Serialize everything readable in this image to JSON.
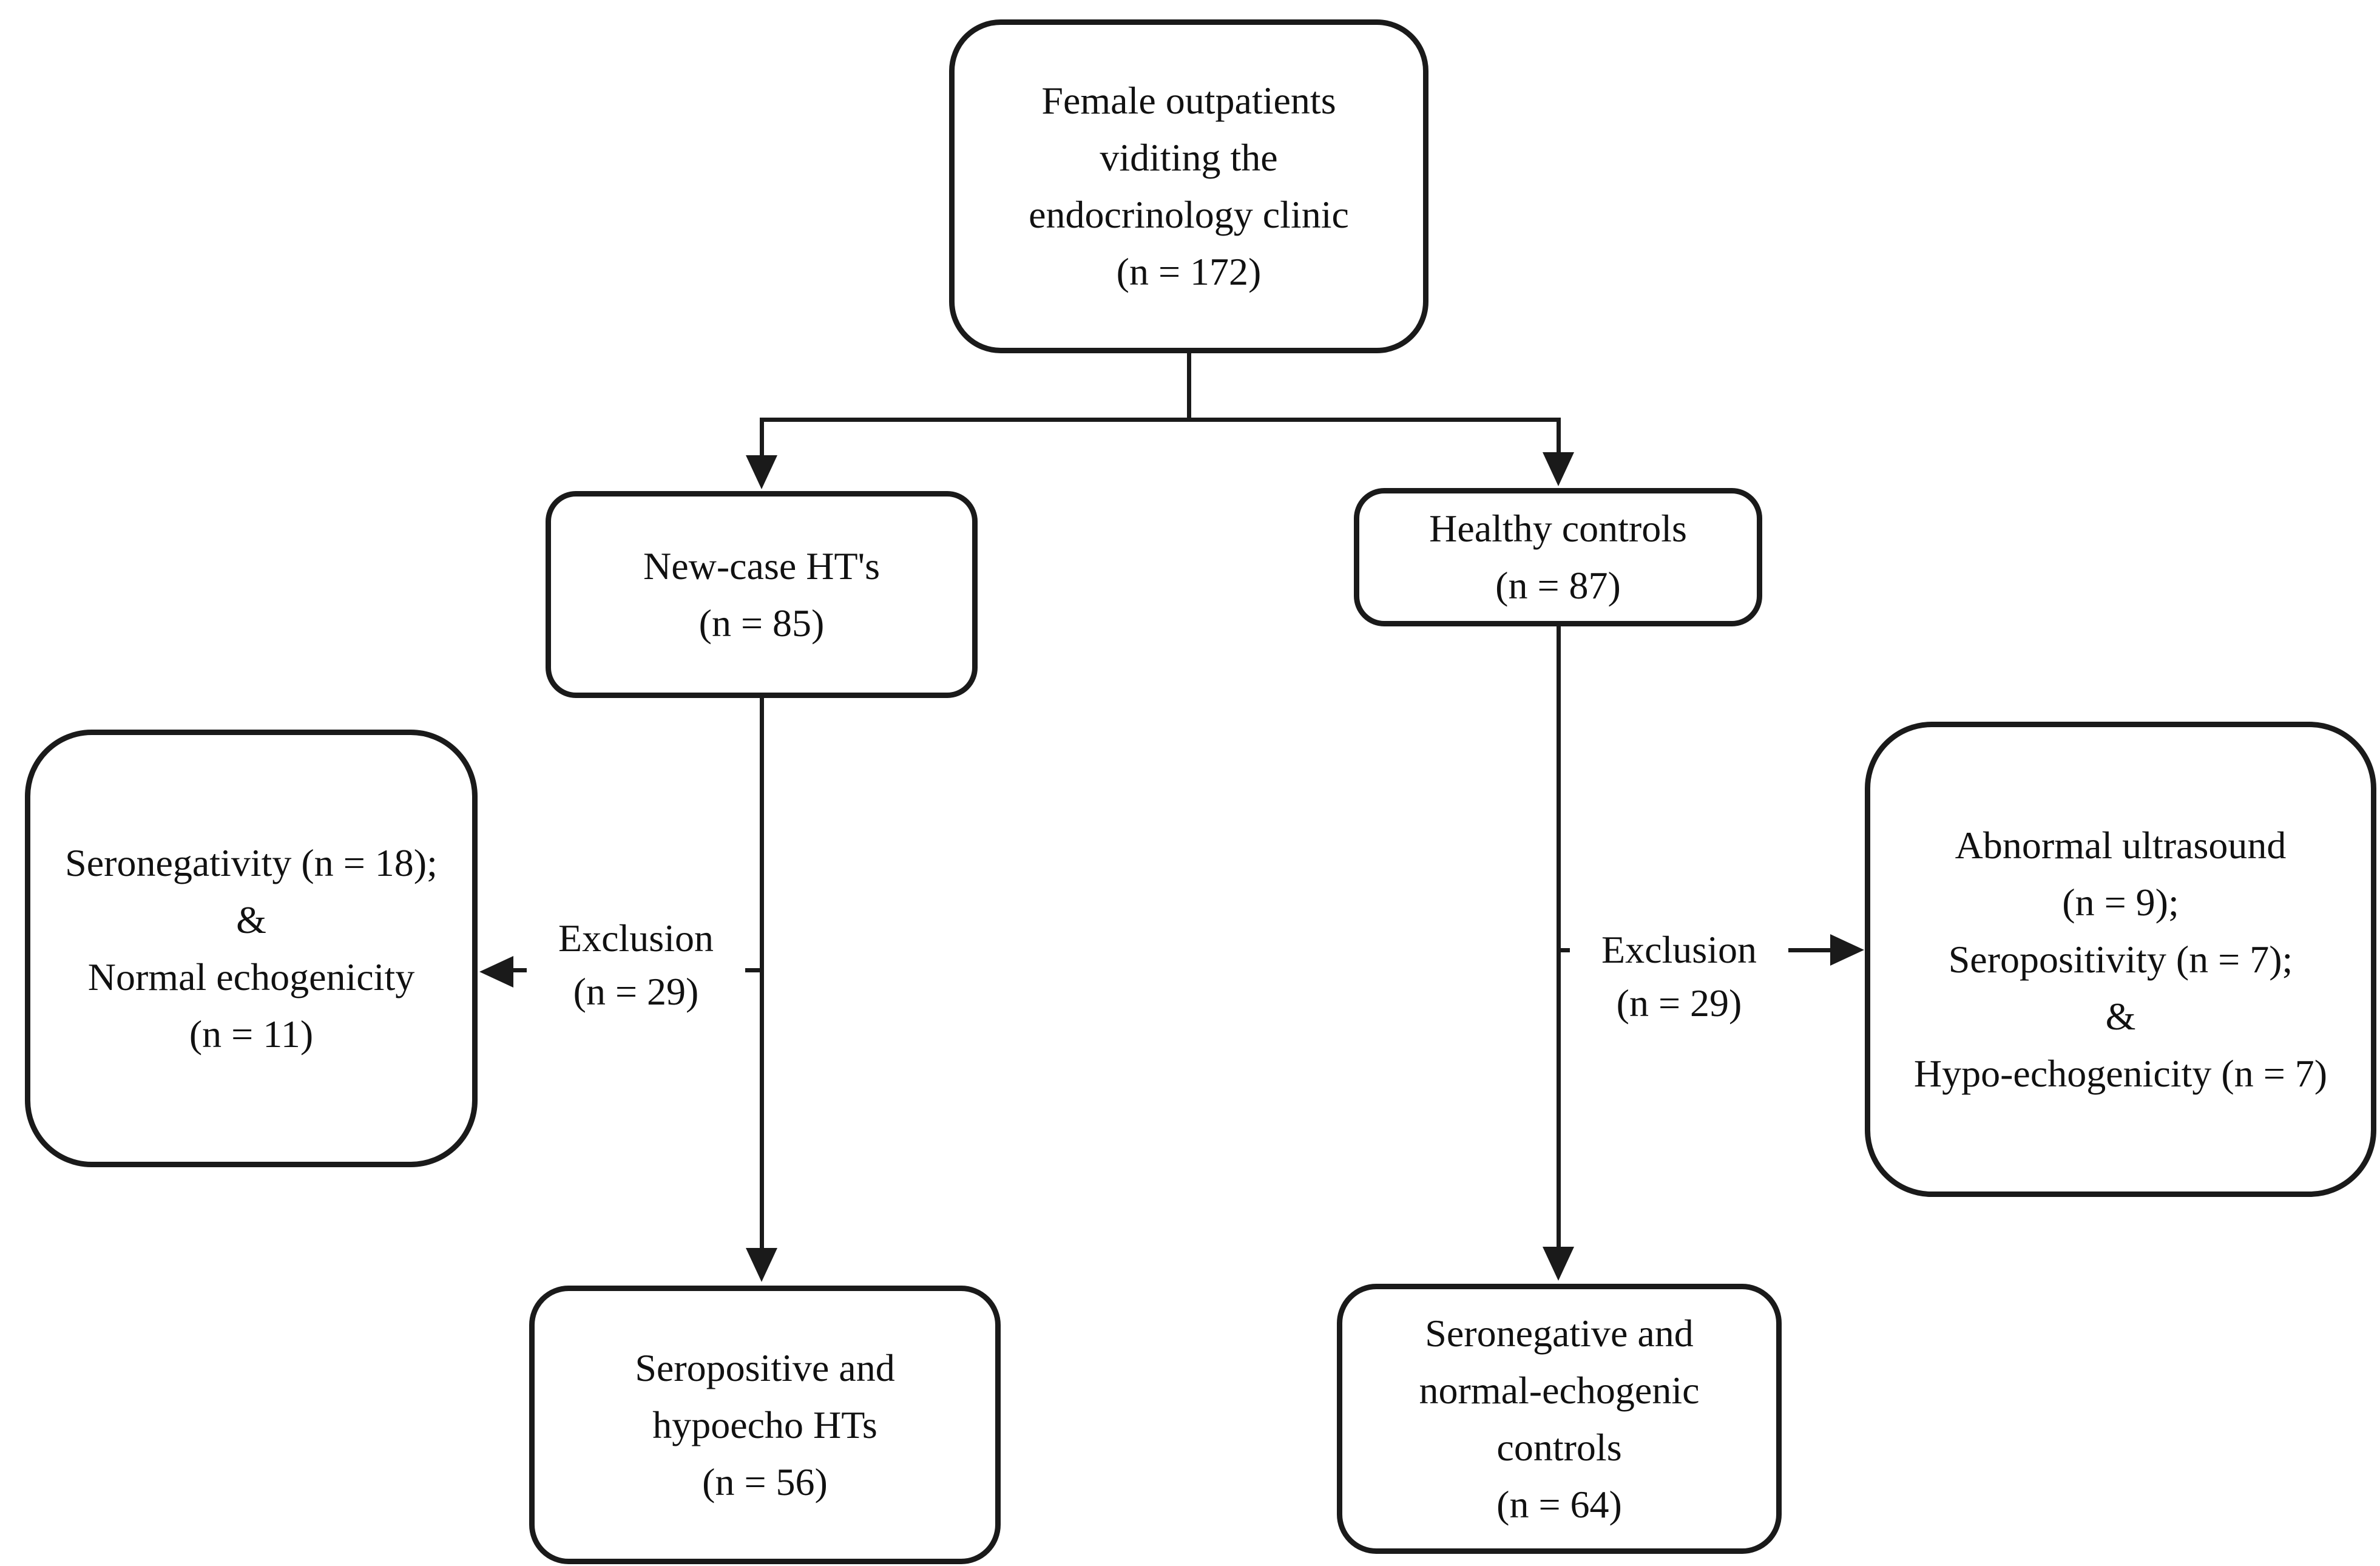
{
  "colors": {
    "background": "#ffffff",
    "ink": "#1a1a1a"
  },
  "nodes": {
    "top": {
      "lines": [
        "Female outpatients",
        "viditing the",
        "endocrinology clinic",
        "(n = 172)"
      ]
    },
    "new_case": {
      "lines": [
        "New-case HT's",
        "(n = 85)"
      ]
    },
    "healthy": {
      "lines": [
        "Healthy controls",
        "(n = 87)"
      ]
    },
    "excluded_left": {
      "lines": [
        "Seronegativity (n = 18);",
        "&",
        "Normal echogenicity",
        "(n = 11)"
      ]
    },
    "excluded_right": {
      "lines": [
        "Abnormal ultrasound",
        "(n = 9);",
        "Seropositivity (n = 7);",
        "&",
        "Hypo-echogenicity (n = 7)"
      ]
    },
    "final_left": {
      "lines": [
        "Seropositive and",
        "hypoecho HTs",
        "(n = 56)"
      ]
    },
    "final_right": {
      "lines": [
        "Seronegative and",
        "normal-echogenic",
        "controls",
        "(n = 64)"
      ]
    }
  },
  "labels": {
    "exclusion_left": {
      "lines": [
        "Exclusion",
        "(n = 29)"
      ]
    },
    "exclusion_right": {
      "lines": [
        "Exclusion",
        "(n = 29)"
      ]
    }
  }
}
